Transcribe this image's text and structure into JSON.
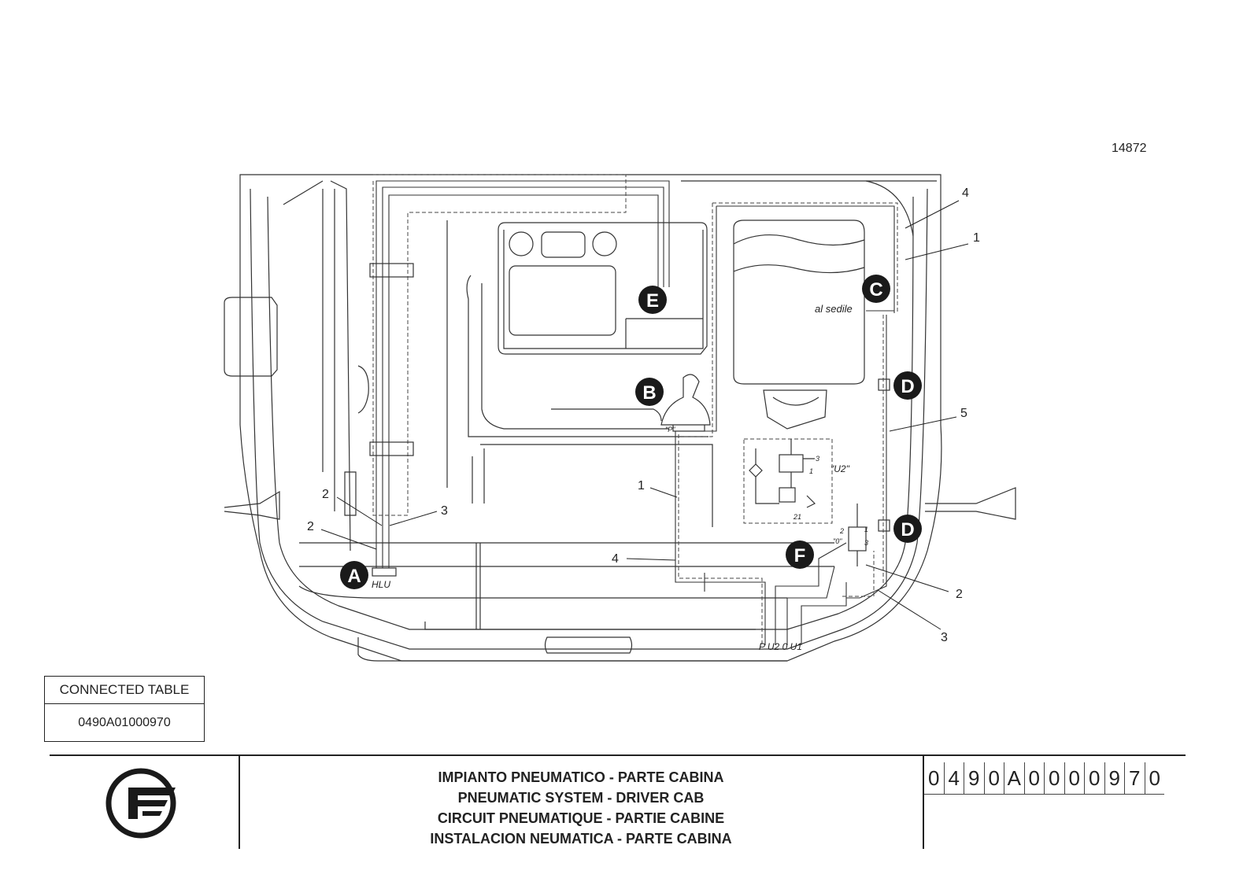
{
  "drawing_number": "14872",
  "badges": [
    "A",
    "B",
    "C",
    "D",
    "D",
    "E",
    "F"
  ],
  "callouts": {
    "top_right_4": "4",
    "top_right_1": "1",
    "right_5": "5",
    "bottom_right_2": "2",
    "bottom_right_3": "3",
    "left_2a": "2",
    "left_2b": "2",
    "left_3": "3",
    "center_1": "1",
    "center_4": "4"
  },
  "annotations": {
    "al_sedile": "al sedile",
    "u2": "\"U2\"",
    "hlu": "HLU",
    "ports": "P  U2  0  U1",
    "p_mark": "\"P\"",
    "zero_mark": "\"0\"",
    "port3": "3",
    "port1": "1",
    "port21": "21",
    "port2": "2",
    "port1b": "1",
    "port3b": "3"
  },
  "connected_table": {
    "header": "CONNECTED TABLE",
    "value": "0490A01000970"
  },
  "title_block": {
    "lines": [
      "IMPIANTO PNEUMATICO - PARTE CABINA",
      "PNEUMATIC SYSTEM - DRIVER CAB",
      "CIRCUIT PNEUMATIQUE - PARTIE CABINE",
      "INSTALACION NEUMATICA - PARTE CABINA"
    ],
    "code_chars": [
      "0",
      "4",
      "9",
      "0",
      "A",
      "0",
      "0",
      "0",
      "0",
      "9",
      "7",
      "0"
    ]
  }
}
